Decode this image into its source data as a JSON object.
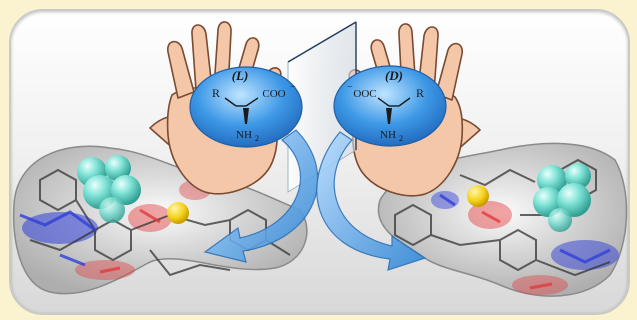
{
  "left_enantiomer": {
    "config_label": "(L)",
    "substituent": "R",
    "carboxylate": "COO",
    "carboxylate_charge": "−",
    "amine": "NH",
    "amine_subscript": "2"
  },
  "right_enantiomer": {
    "config_label": "(D)",
    "substituent": "R",
    "carboxylate_charge": "−",
    "carboxylate": "OOC",
    "amine": "NH",
    "amine_subscript": "2"
  },
  "colors": {
    "background": "#fbf2cf",
    "oval": "#2f87d9",
    "arrow": "#3b94e6",
    "hand": "#f3c7a8",
    "guest_sphere": "#7fe3d6",
    "metal_center": "#f5d21a",
    "nitrogen_atom": "#2f3fd8",
    "oxygen_atom": "#e23a3a"
  },
  "icons": {
    "left": "left-hand-icon",
    "right": "right-hand-icon",
    "mirror": "mirror-plane-icon"
  }
}
